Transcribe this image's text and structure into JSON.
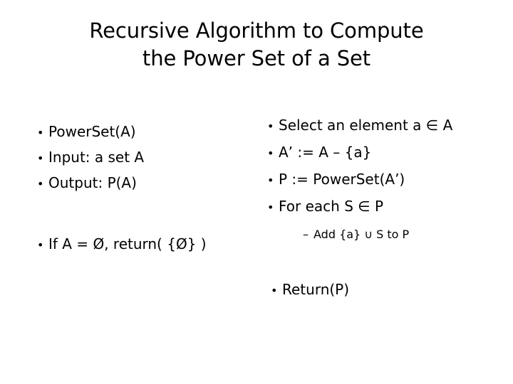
{
  "slide": {
    "title": "Recursive Algorithm to Compute\nthe Power Set of a Set",
    "background_color": "#ffffff",
    "text_color": "#000000",
    "bullet_marker": "•",
    "dash_marker": "–",
    "left_column": {
      "items": [
        {
          "level": 1,
          "text": "PowerSet(A)"
        },
        {
          "level": 1,
          "text": "Input: a set A"
        },
        {
          "level": 1,
          "text": "Output: P(A)"
        },
        {
          "level": 1,
          "text": "If A = Ø, return( {Ø} )"
        }
      ]
    },
    "right_column": {
      "items": [
        {
          "level": 1,
          "text": "Select an element a ∈ A"
        },
        {
          "level": 1,
          "text": "A’ := A – {a}"
        },
        {
          "level": 1,
          "text": "P := PowerSet(A’)"
        },
        {
          "level": 1,
          "text": "For each S ∈ P"
        },
        {
          "level": 2,
          "text": "Add {a} ∪ S to P"
        },
        {
          "level": 1,
          "text": "Return(P)"
        }
      ]
    }
  }
}
